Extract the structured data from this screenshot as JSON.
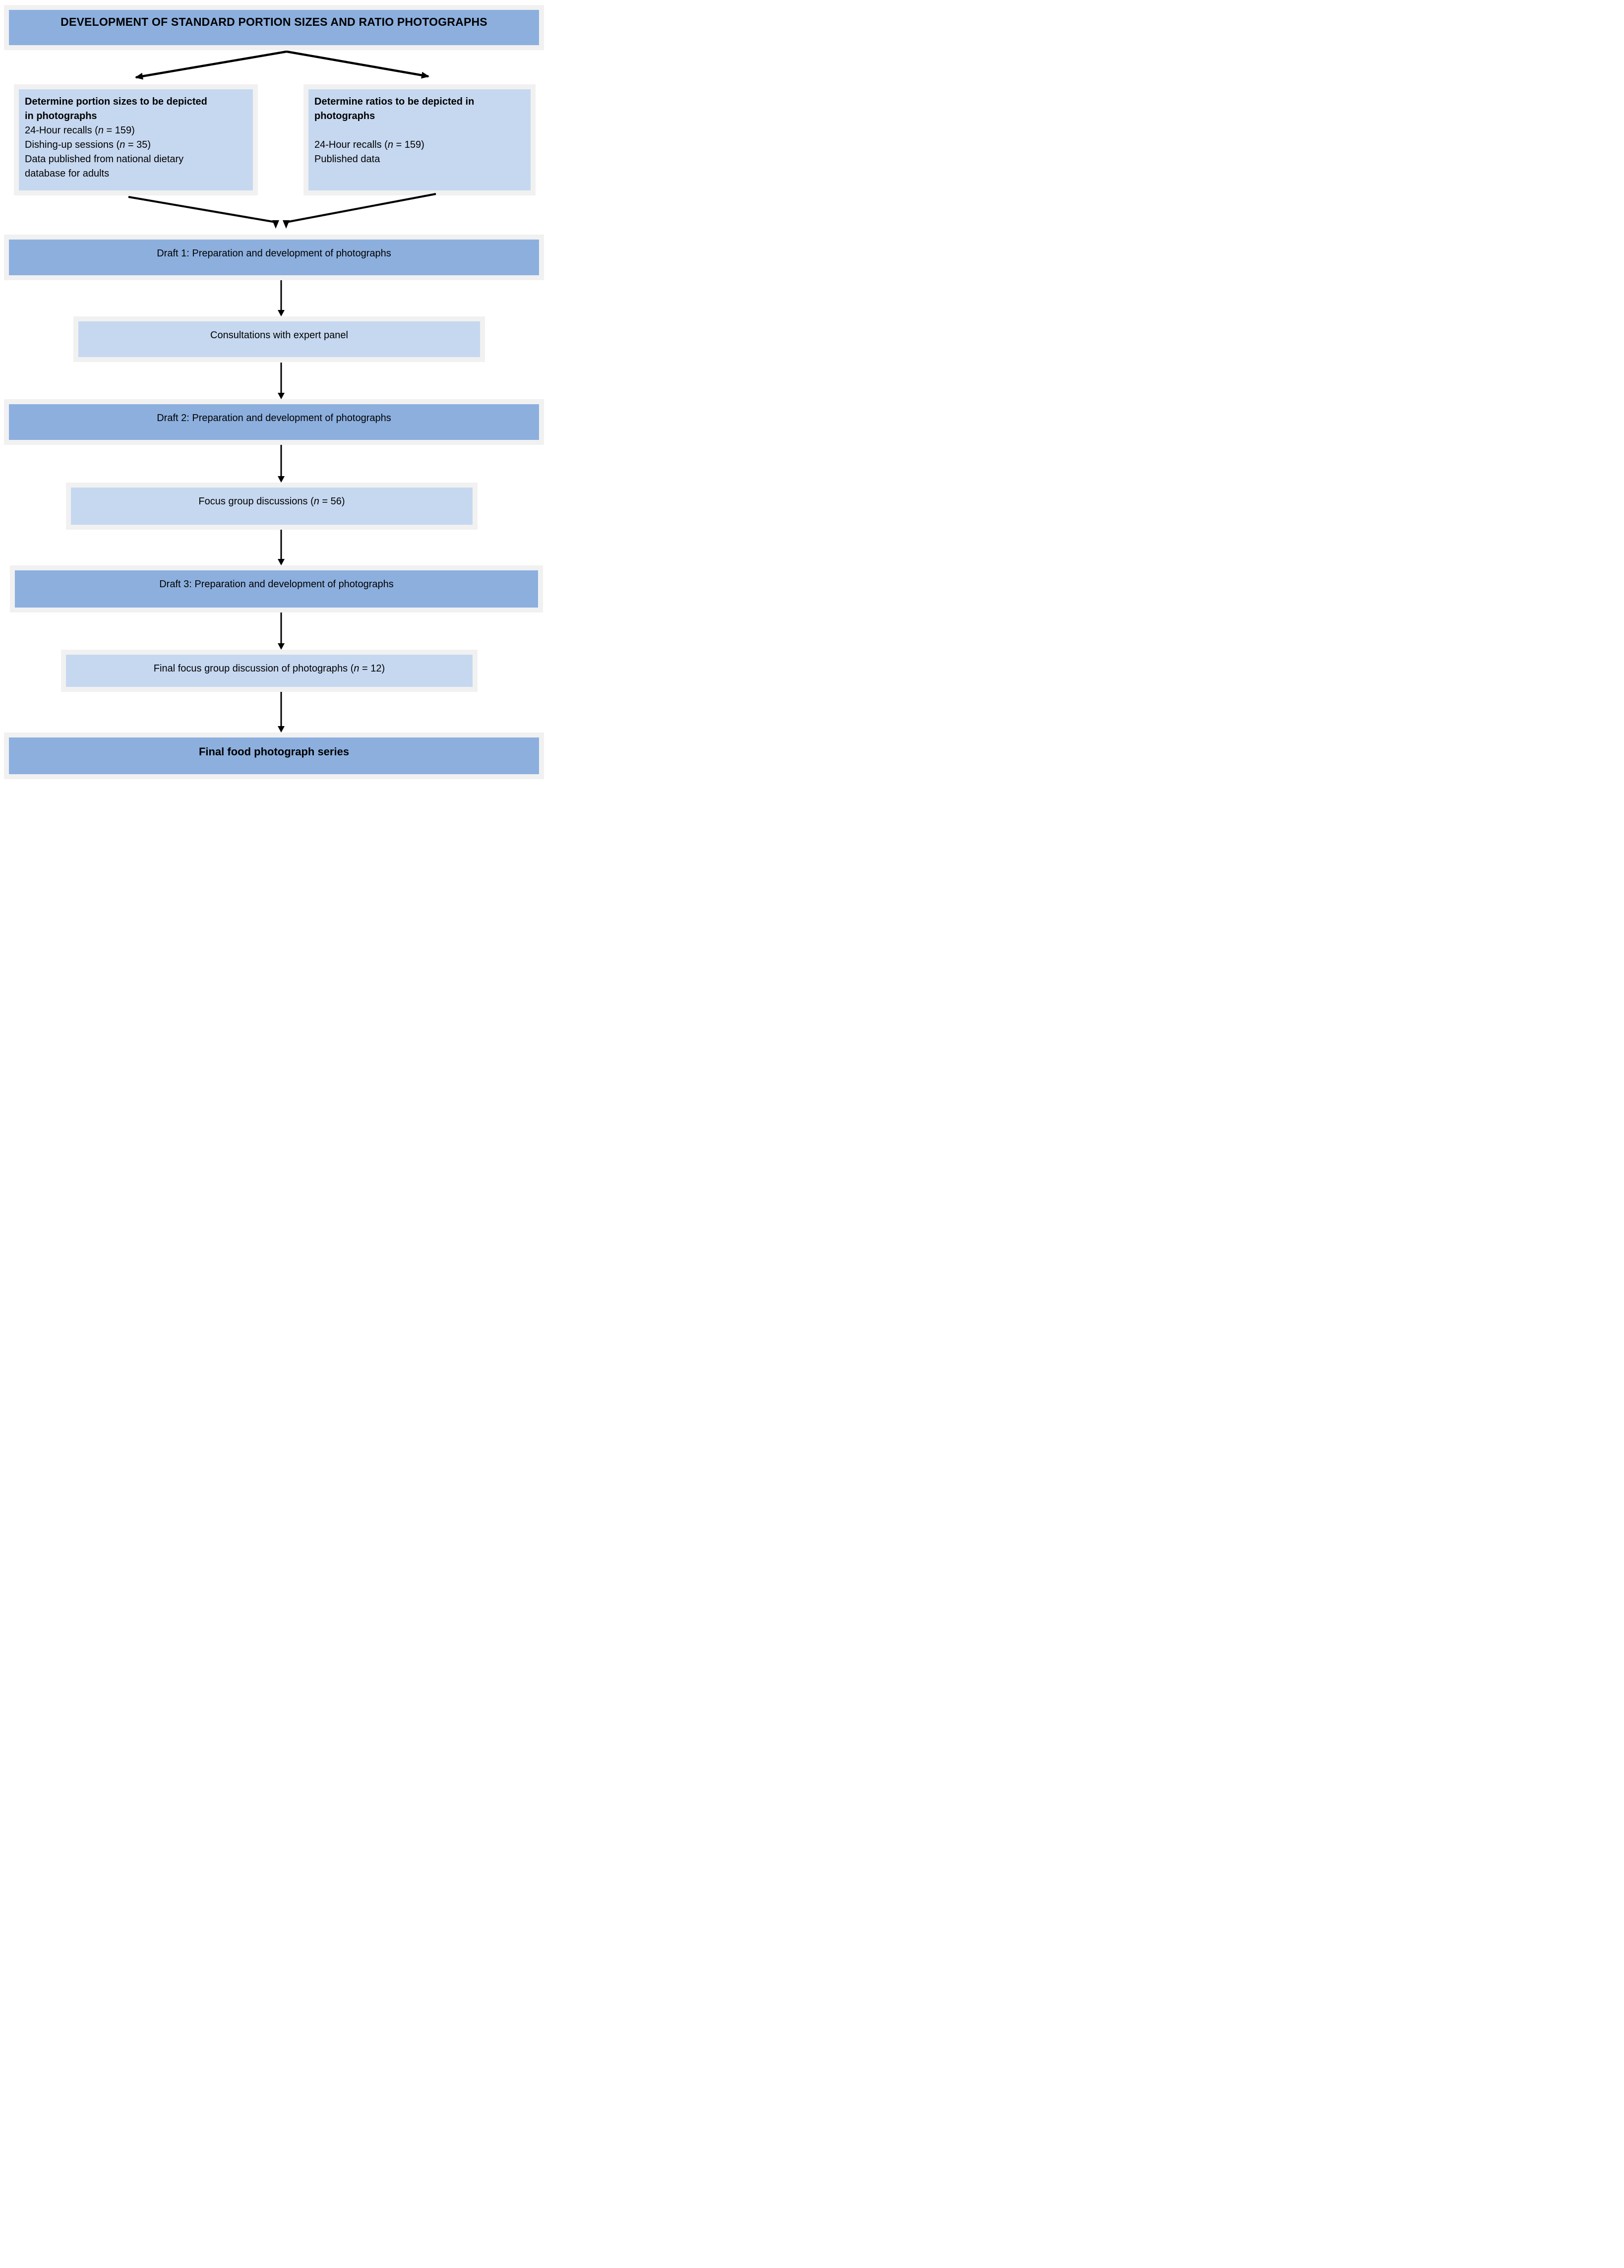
{
  "colors": {
    "page_bg": "#ffffff",
    "frame_gray": "#f1f1f1",
    "box_dark_blue": "#8cafde",
    "box_light_blue": "#c6d8f0",
    "arrow_color": "#000000",
    "text_color": "#000000"
  },
  "title": {
    "text": "DEVELOPMENT OF STANDARD PORTION SIZES AND RATIO PHOTOGRAPHS"
  },
  "branches": {
    "left": {
      "lines": [
        [
          [
            "Determine portion sizes to be depicted",
            "b"
          ]
        ],
        [
          [
            "in photographs",
            "b"
          ]
        ],
        [
          [
            "24-Hour recalls (",
            ""
          ],
          [
            "n",
            "i"
          ],
          [
            " = 159)",
            ""
          ]
        ],
        [
          [
            "Dishing-up sessions (",
            ""
          ],
          [
            "n",
            "i"
          ],
          [
            " = 35)",
            ""
          ]
        ],
        [
          [
            "Data published from national dietary",
            ""
          ]
        ],
        [
          [
            "database for adults",
            ""
          ]
        ]
      ]
    },
    "right": {
      "lines": [
        [
          [
            "Determine ratios to be depicted in",
            "b"
          ]
        ],
        [
          [
            "photographs",
            "b"
          ]
        ],
        [],
        [
          [
            "24-Hour recalls (",
            ""
          ],
          [
            "n",
            "i"
          ],
          [
            " = 159)",
            ""
          ]
        ],
        [
          [
            "Published data",
            ""
          ]
        ]
      ]
    }
  },
  "steps": [
    {
      "style": "dark",
      "segments": [
        [
          "Draft 1: Preparation and development of photographs",
          ""
        ]
      ]
    },
    {
      "style": "light",
      "segments": [
        [
          "Consultations with expert panel",
          ""
        ]
      ]
    },
    {
      "style": "dark",
      "segments": [
        [
          "Draft 2: Preparation and development of photographs",
          ""
        ]
      ]
    },
    {
      "style": "light",
      "segments": [
        [
          "Focus group discussions (",
          ""
        ],
        [
          "n",
          "i"
        ],
        [
          " = 56)",
          ""
        ]
      ]
    },
    {
      "style": "dark",
      "segments": [
        [
          "Draft 3: Preparation and development of photographs",
          ""
        ]
      ]
    },
    {
      "style": "light",
      "segments": [
        [
          "Final focus group discussion of photographs (",
          ""
        ],
        [
          "n",
          "i"
        ],
        [
          " = 12)",
          ""
        ]
      ]
    }
  ],
  "final": {
    "segments": [
      [
        "Final food photograph series",
        "b"
      ]
    ]
  }
}
